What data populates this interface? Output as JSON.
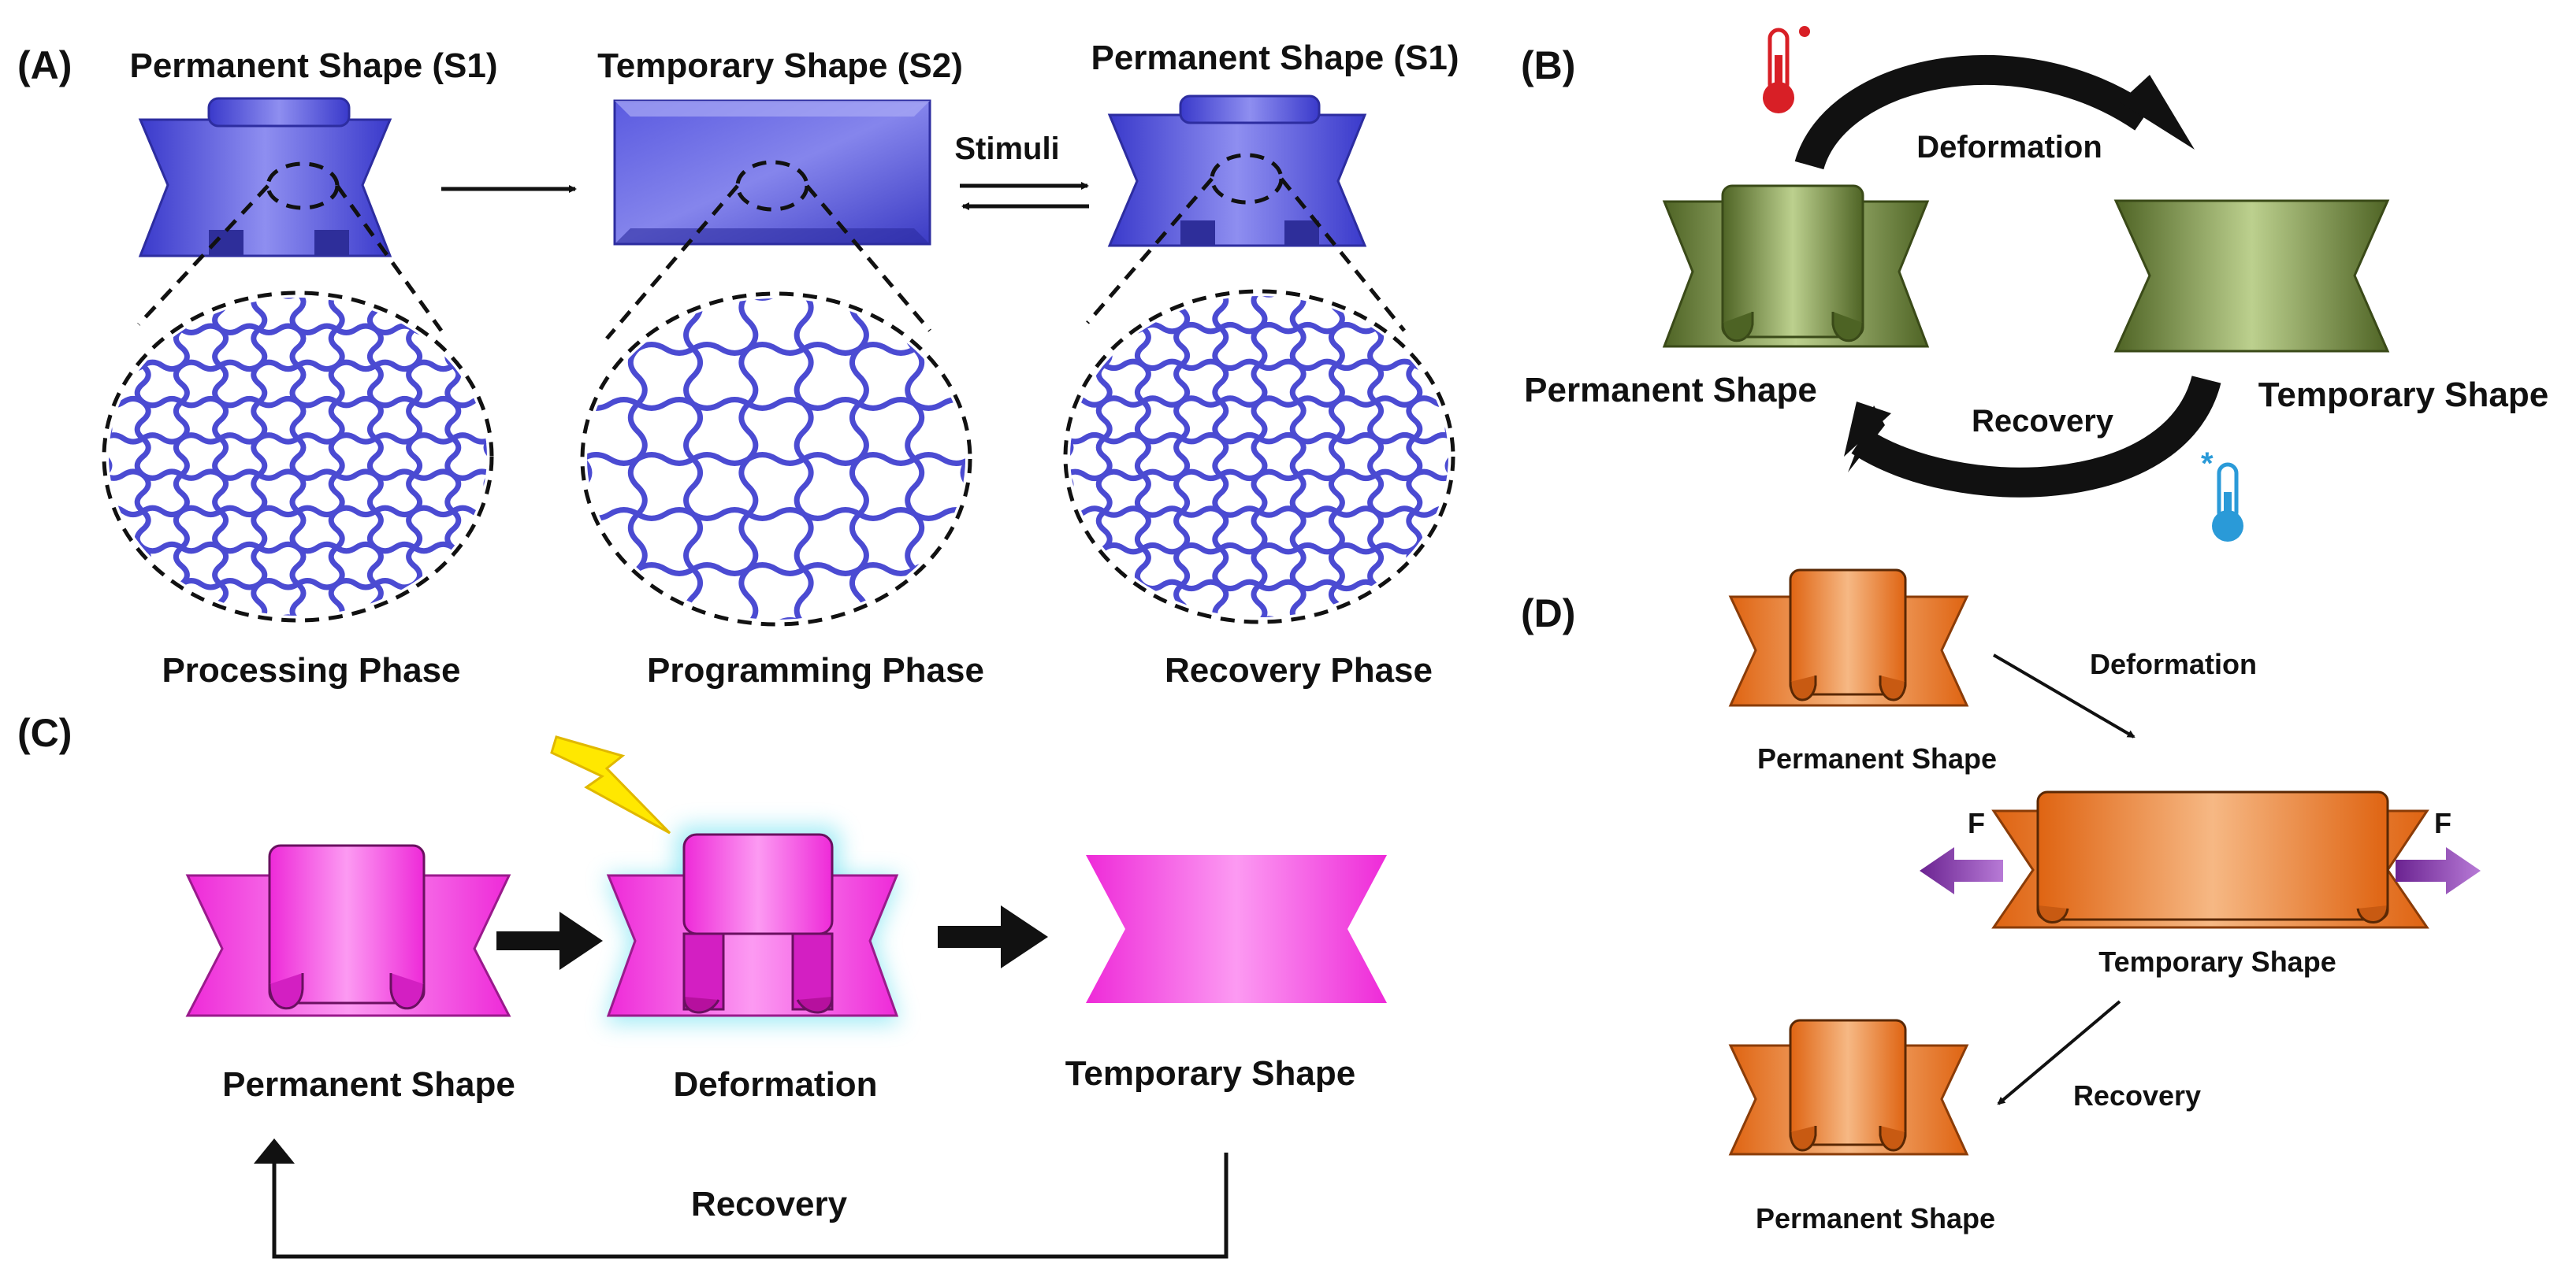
{
  "colors": {
    "blue": "#4b4bd2",
    "olive": "#5a6e2a",
    "magenta": "#f030e0",
    "orange": "#e06818",
    "purple": "#7a2fa0",
    "lightning": "#ffe800",
    "glow": "#7fe4f2"
  },
  "panels": {
    "A": {
      "label": "(A)",
      "shapes": [
        {
          "title": "Permanent Shape (S1)",
          "phase": "Processing Phase"
        },
        {
          "title": "Temporary Shape (S2)",
          "phase": "Programming Phase"
        },
        {
          "title": "Permanent Shape (S1)",
          "phase": "Recovery Phase"
        }
      ],
      "stimuli_label": "Stimuli"
    },
    "B": {
      "label": "(B)",
      "deformation_label": "Deformation",
      "recovery_label": "Recovery",
      "permanent_label": "Permanent Shape",
      "temporary_label": "Temporary Shape",
      "icons": [
        "thermometer-hot-icon",
        "thermometer-cold-icon"
      ]
    },
    "C": {
      "label": "(C)",
      "permanent_label": "Permanent Shape",
      "deformation_label": "Deformation",
      "temporary_label": "Temporary Shape",
      "recovery_label": "Recovery",
      "icons": [
        "lightning-icon"
      ]
    },
    "D": {
      "label": "(D)",
      "permanent_top_label": "Permanent Shape",
      "deformation_label": "Deformation",
      "force_left": "F",
      "force_right": "F",
      "temporary_label": "Temporary Shape",
      "recovery_label": "Recovery",
      "permanent_bottom_label": "Permanent Shape"
    }
  }
}
